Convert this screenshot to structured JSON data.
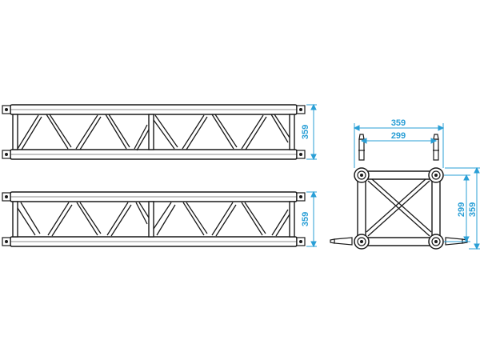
{
  "colors": {
    "dimension": "#2a9fd6",
    "truss_stroke": "#1a1a1a",
    "background": "#ffffff"
  },
  "dimensions": {
    "side_view_top_height": "359",
    "side_view_bottom_height": "359",
    "cross_section_outer_width": "359",
    "cross_section_inner_width": "299",
    "cross_section_inner_height": "299",
    "cross_section_outer_height": "359"
  },
  "icons": {
    "side_view_top": "truss-side-elevation",
    "side_view_bottom": "truss-side-elevation",
    "cross_section": "truss-cross-section",
    "connector": "conical-connector-pin"
  }
}
